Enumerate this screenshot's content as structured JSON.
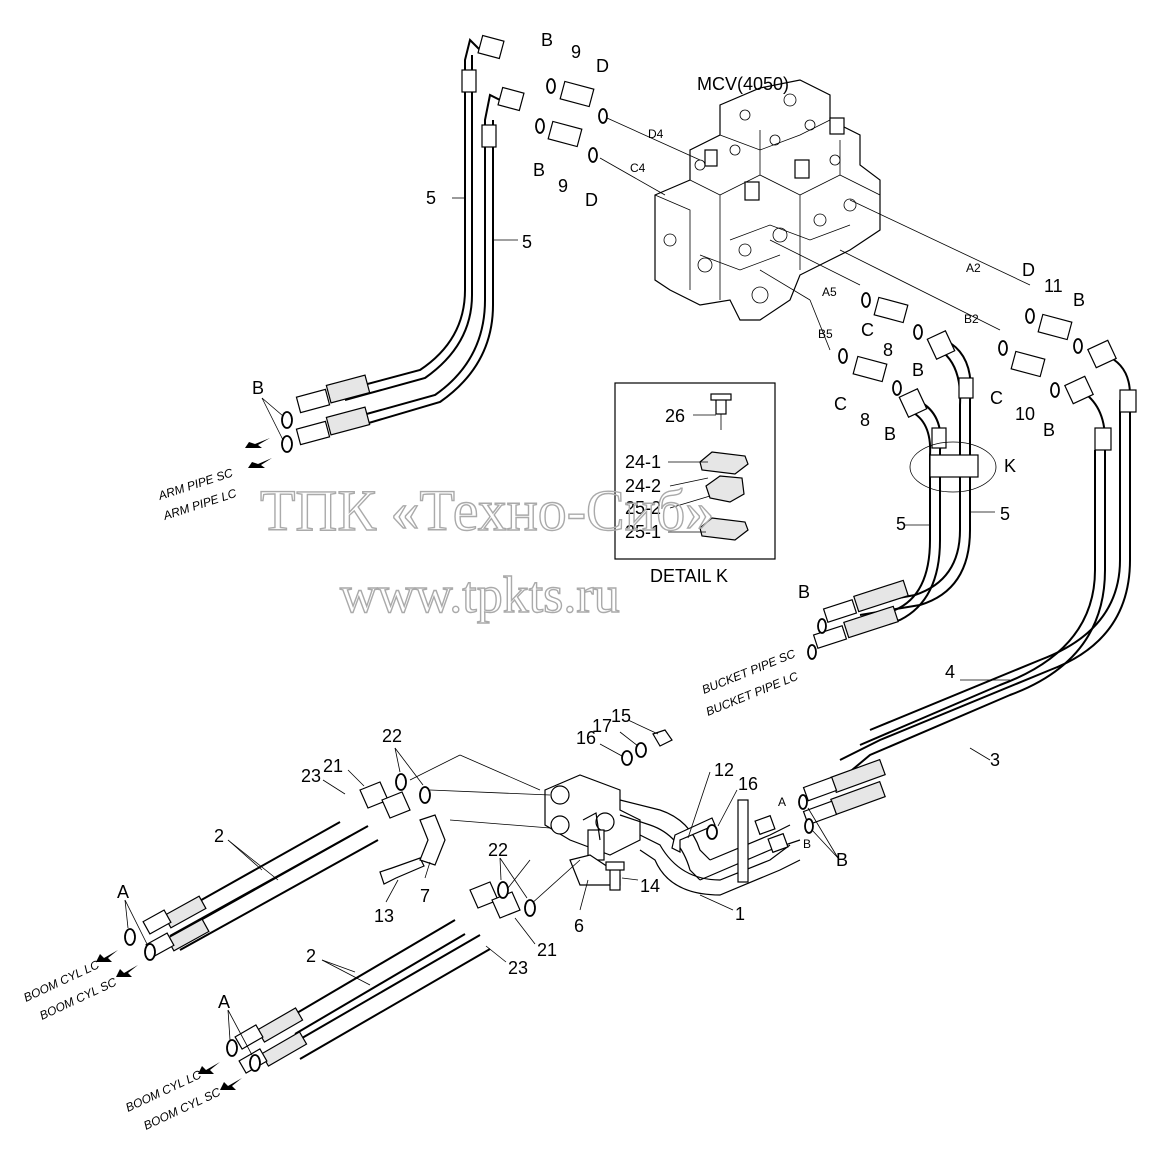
{
  "title": "MCV(4050)",
  "detail": {
    "caption": "DETAIL K",
    "marker": "K"
  },
  "watermark": {
    "line1": "ТПК «Техно-Сиб»",
    "line2": "www.tpkts.ru"
  },
  "ports": {
    "d4": "D4",
    "c4": "C4",
    "a2": "A2",
    "b2": "B2",
    "a5": "A5",
    "b5": "B5",
    "a": "A",
    "b": "B"
  },
  "callouts": {
    "n1": "1",
    "n2": "2",
    "n3": "3",
    "n4": "4",
    "n5": "5",
    "n6": "6",
    "n7": "7",
    "n8": "8",
    "n9": "9",
    "n10": "10",
    "n11": "11",
    "n12": "12",
    "n13": "13",
    "n14": "14",
    "n15": "15",
    "n16": "16",
    "n17": "17",
    "n21": "21",
    "n22": "22",
    "n23": "23",
    "n24_1": "24-1",
    "n24_2": "24-2",
    "n25_1": "25-1",
    "n25_2": "25-2",
    "n26": "26",
    "A": "A",
    "B": "B",
    "C": "C",
    "D": "D"
  },
  "destinations": {
    "arm_sc": "ARM PIPE SC",
    "arm_lc": "ARM PIPE LC",
    "bucket_sc": "BUCKET PIPE SC",
    "bucket_lc": "BUCKET PIPE LC",
    "boom_lc": "BOOM CYL LC",
    "boom_sc": "BOOM CYL SC"
  }
}
